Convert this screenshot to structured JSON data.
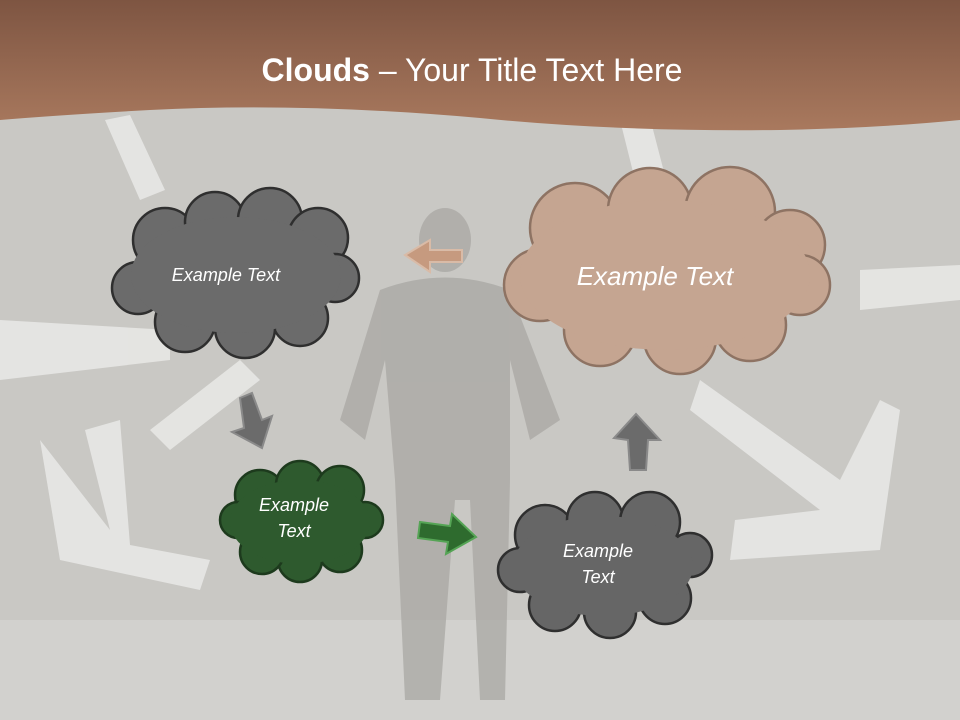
{
  "slide": {
    "title_bold": "Clouds",
    "title_dash": " – ",
    "title_rest": "Your Title Text Here"
  },
  "clouds": {
    "top_left": {
      "text": "Example Text",
      "color": "#6b6b6b"
    },
    "top_right": {
      "text": "Example Text",
      "color": "#c5a591"
    },
    "bottom_left": {
      "line1": "Example",
      "line2": "Text",
      "color": "#2e5a2e"
    },
    "bottom_right": {
      "line1": "Example",
      "line2": "Text",
      "color": "#666666"
    }
  },
  "arrows": {
    "left_arrow_color": "#c69a7f",
    "down_arrow_color": "#6b6b6b",
    "right_arrow_color": "#2e6b2e",
    "up_arrow_color": "#6b6b6b"
  },
  "colors": {
    "header_band": "#8a5f48",
    "background": "#cfcfcc"
  }
}
